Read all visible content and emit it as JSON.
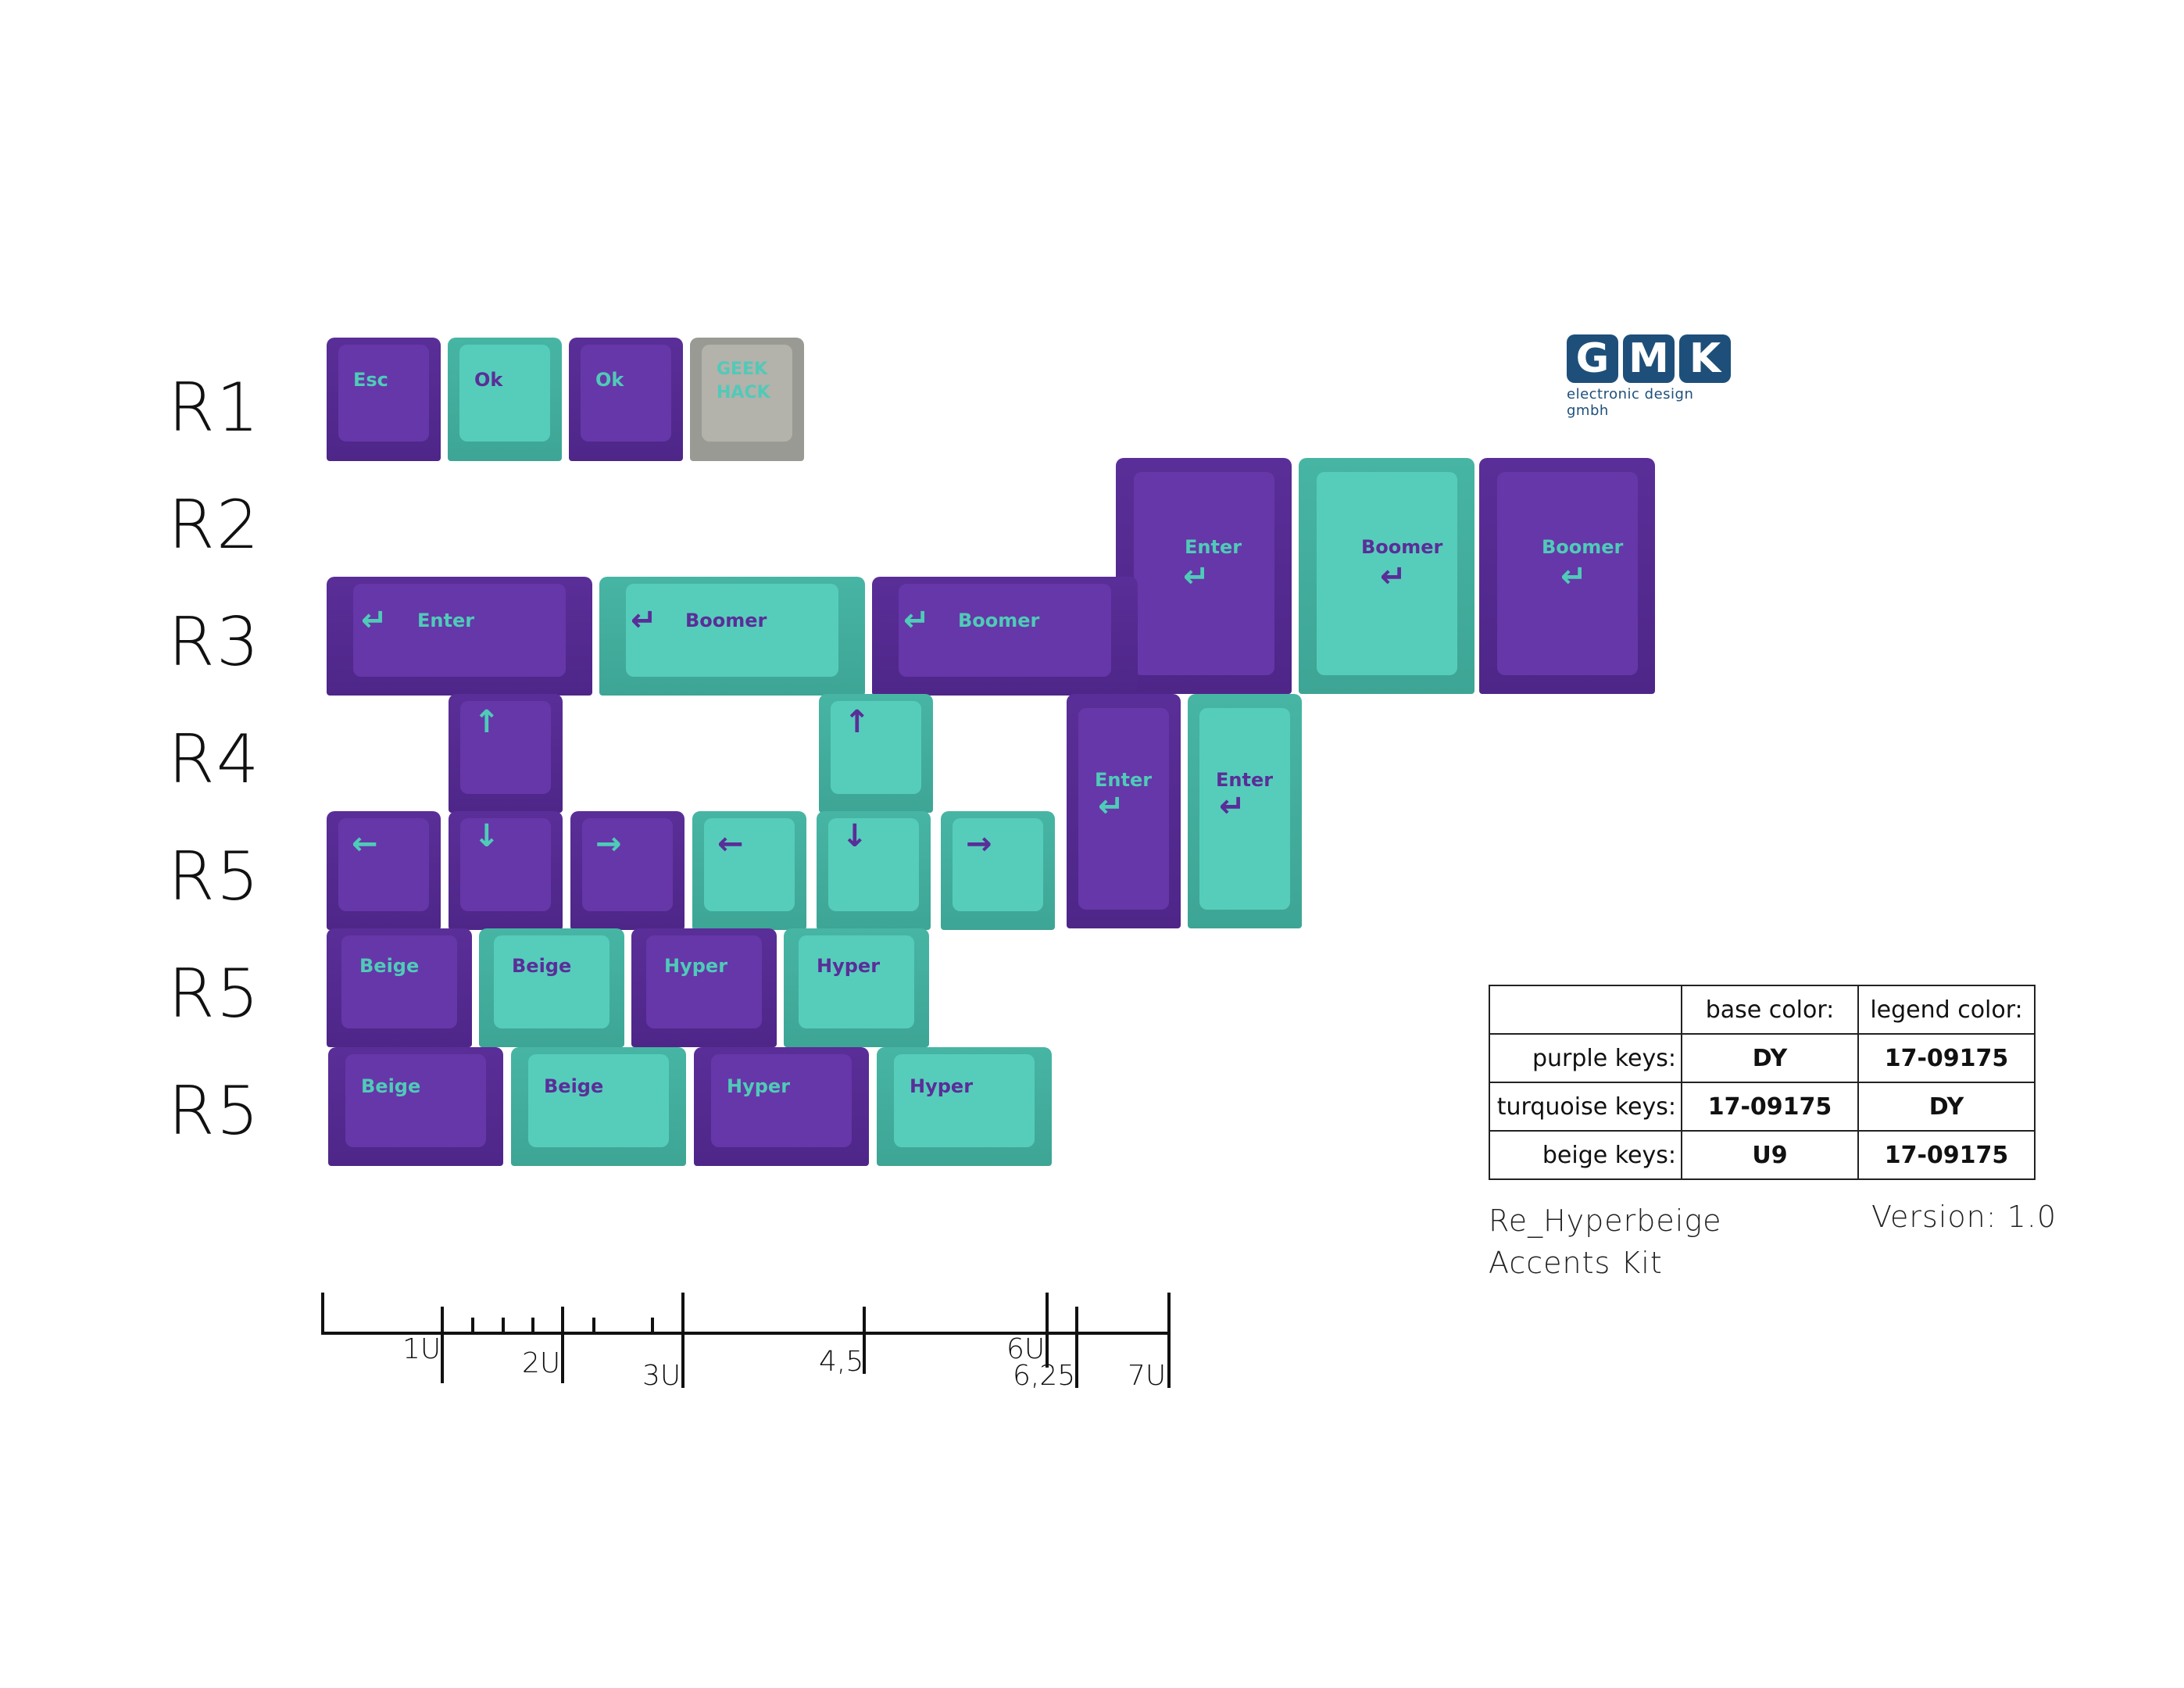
{
  "rows": [
    "R1",
    "R2",
    "R3",
    "R4",
    "R5",
    "R5",
    "R5"
  ],
  "colors": {
    "purple": "#5a2e98",
    "turquoise": "#56cdbb",
    "beige": "#b3b2ab",
    "logo": "#1e4f7a"
  },
  "keys": {
    "r1": [
      "Esc",
      "Ok",
      "Ok",
      "GEEK HACK"
    ],
    "r2": [
      "Enter",
      "Boomer",
      "Boomer"
    ],
    "r3": [
      "Enter",
      "Boomer",
      "Boomer"
    ],
    "r4": [
      "Enter",
      "Enter"
    ],
    "r5a": [
      "Beige",
      "Beige",
      "Hyper",
      "Hyper"
    ],
    "r5b": [
      "Beige",
      "Beige",
      "Hyper",
      "Hyper"
    ],
    "arrow_icons": [
      "arrow-up",
      "arrow-down",
      "arrow-left",
      "arrow-right",
      "return-arrow"
    ]
  },
  "logo": {
    "mark": [
      "G",
      "M",
      "K"
    ],
    "subtitle": "electronic design gmbh"
  },
  "table": {
    "header": [
      "",
      "base color:",
      "legend color:"
    ],
    "rows": [
      [
        "purple keys:",
        "DY",
        "17-09175"
      ],
      [
        "turquoise keys:",
        "17-09175",
        "DY"
      ],
      [
        "beige keys:",
        "U9",
        "17-09175"
      ]
    ]
  },
  "kit": {
    "name_line1": "Re_Hyperbeige",
    "name_line2": "Accents Kit",
    "version": "Version: 1.0"
  },
  "ruler": {
    "labels": [
      "1U",
      "2U",
      "3U",
      "4,5",
      "6U",
      "6,25",
      "7U"
    ]
  }
}
